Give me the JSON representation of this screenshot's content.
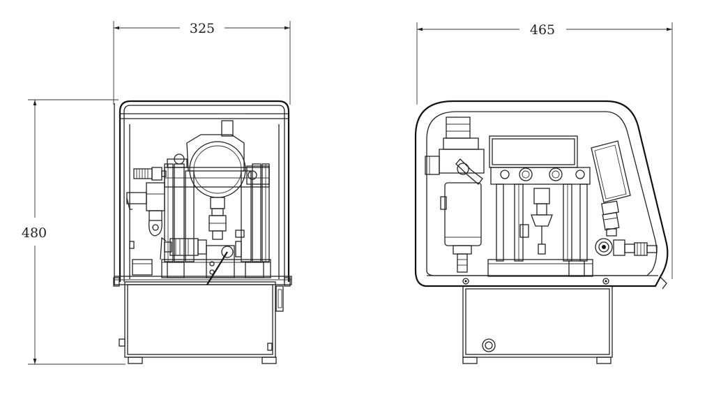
{
  "dimensions": {
    "front_width": "325",
    "front_height": "480",
    "side_width": "465"
  },
  "colors": {
    "line": "#222222",
    "background": "#ffffff"
  }
}
